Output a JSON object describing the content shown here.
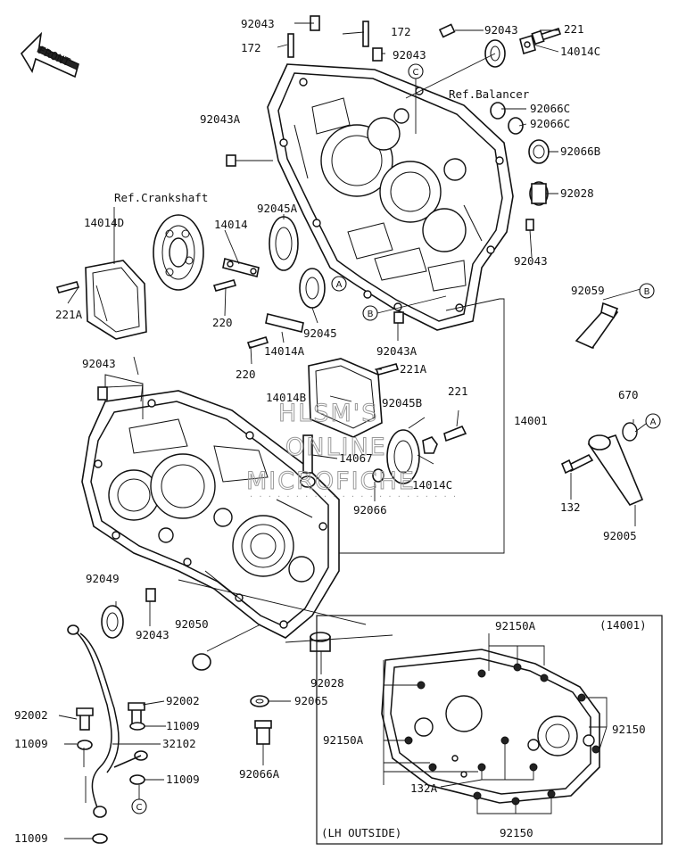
{
  "front_arrow": {
    "label": "FRONT"
  },
  "refs": {
    "balancer": "Ref.Balancer",
    "crankshaft": "Ref.Crankshaft"
  },
  "callouts": {
    "a": "A",
    "b": "B",
    "c": "C"
  },
  "inset": {
    "title": "(14001)",
    "caption": "(LH OUTSIDE)",
    "labels": {
      "p92150A_top": "92150A",
      "p92150_right": "92150",
      "p92150A_left": "92150A",
      "p132A": "132A",
      "p92150_bottom": "92150"
    }
  },
  "watermark": {
    "line1": "HLSM'S",
    "line2": "ONLINE",
    "line3": "MICROFICHE",
    "dots": "· · · · · · · · · · · · · · · · · · · · · · ·"
  },
  "parts": {
    "p92043_a": "92043",
    "p172_a": "172",
    "p172_b": "172",
    "p92043_b": "92043",
    "p92043_c": "92043",
    "p221_a": "221",
    "p14014C_a": "14014C",
    "p92066C_a": "92066C",
    "p92066C_b": "92066C",
    "p92066B": "92066B",
    "p92028_a": "92028",
    "p92043A_a": "92043A",
    "p14014D": "14014D",
    "p14014": "14014",
    "p92045A": "92045A",
    "p221A_a": "221A",
    "p220_a": "220",
    "p92045": "92045",
    "p92043_d": "92043",
    "p92059": "92059",
    "p92043A_b": "92043A",
    "p14014A": "14014A",
    "p220_b": "220",
    "p221A_b": "221A",
    "p92043_e": "92043",
    "p14014B": "14014B",
    "p92045B": "92045B",
    "p221_b": "221",
    "p14001": "14001",
    "p670": "670",
    "p14067": "14067",
    "p14014C_b": "14014C",
    "p92066": "92066",
    "p132": "132",
    "p92005": "92005",
    "p92049": "92049",
    "p92050": "92050",
    "p92043_f": "92043",
    "p92028_b": "92028",
    "p92002_a": "92002",
    "p92002_b": "92002",
    "p11009_a": "11009",
    "p92065": "92065",
    "p11009_b": "11009",
    "p32102": "32102",
    "p66A": "92066A",
    "p11009_c": "11009",
    "p11009_d": "11009"
  }
}
